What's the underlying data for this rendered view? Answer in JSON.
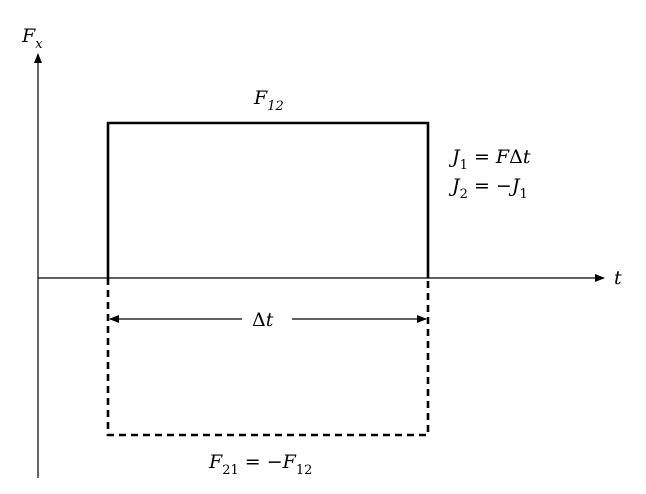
{
  "axes": {
    "y_label": "F",
    "y_label_sub": "x",
    "x_label": "t"
  },
  "upper_pulse": {
    "label": "F",
    "label_sub": "12"
  },
  "lower_pulse": {
    "label_left": "F",
    "label_left_sub": "21",
    "label_eq": " = −",
    "label_right": "F",
    "label_right_sub": "12"
  },
  "duration": {
    "delta": "Δ",
    "var": "t"
  },
  "impulse_eqs": {
    "j1_symbol": "J",
    "j1_sub": "1",
    "j1_rhs_eq": " = ",
    "j1_rhs_F": "F",
    "j1_rhs_delta": "Δ",
    "j1_rhs_t": "t",
    "j2_symbol": "J",
    "j2_sub": "2",
    "j2_rhs_eq": " = −",
    "j2_rhs_J": "J",
    "j2_rhs_sub": "1"
  },
  "colors": {
    "stroke": "#000000",
    "background": "#ffffff"
  }
}
